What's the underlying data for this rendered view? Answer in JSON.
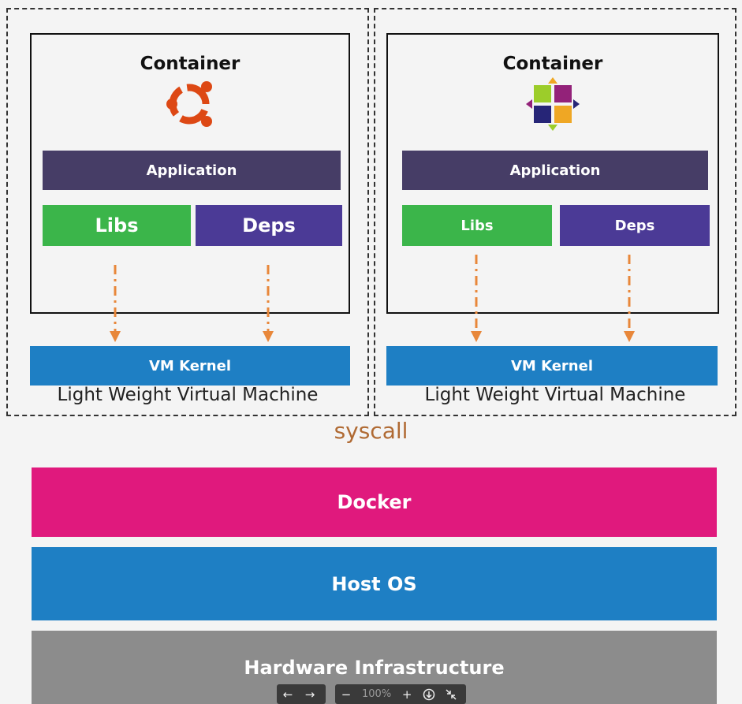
{
  "vms": [
    {
      "container_title": "Container",
      "logo": "ubuntu-logo",
      "application": "Application",
      "libs": "Libs",
      "deps": "Deps",
      "kernel": "VM Kernel",
      "caption": "Light Weight Virtual Machine"
    },
    {
      "container_title": "Container",
      "logo": "centos-logo",
      "application": "Application",
      "libs": "Libs",
      "deps": "Deps",
      "kernel": "VM Kernel",
      "caption": "Light Weight Virtual Machine"
    }
  ],
  "syscall": "syscall",
  "layers": {
    "docker": "Docker",
    "host_os": "Host OS",
    "hardware": "Hardware Infrastructure"
  },
  "toolbar": {
    "back_icon": "arrow-left-icon",
    "forward_icon": "arrow-right-icon",
    "zoom_out_icon": "minus-icon",
    "zoom_level": "100%",
    "zoom_in_icon": "plus-icon",
    "download_icon": "download-icon",
    "collapse_icon": "collapse-icon"
  },
  "colors": {
    "application": "#463d66",
    "libs": "#3bb54a",
    "deps": "#4b3a96",
    "kernel": "#1e7fc4",
    "docker": "#e0197d",
    "host_os": "#1e7fc4",
    "hardware": "#8c8c8c",
    "arrow": "#e8873a",
    "syscall": "#b06a33"
  }
}
